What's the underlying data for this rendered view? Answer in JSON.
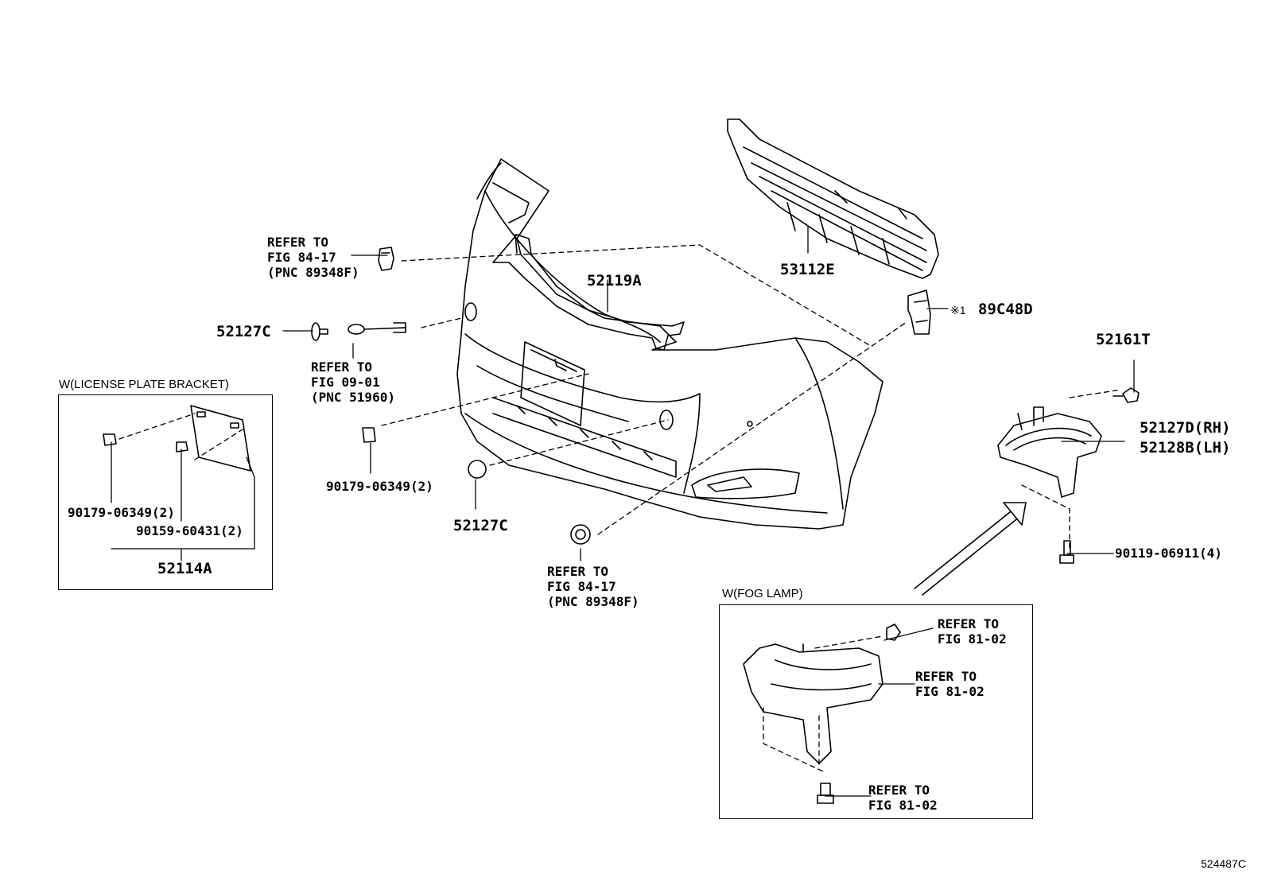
{
  "labels": {
    "ref_84_17_top": "REFER TO\nFIG 84-17\n(PNC 89348F)",
    "ref_09_01": "REFER TO\nFIG 09-01\n(PNC 51960)",
    "ref_84_17_bottom": "REFER TO\nFIG 84-17\n(PNC 89348F)",
    "p52127c_left": "52127C",
    "p52127c_bottom": "52127C",
    "p52119a": "52119A",
    "p53112e": "53112E",
    "p89c48d": "89C48D",
    "p89c48d_mark": "※1",
    "p52161t": "52161T",
    "p52127d": "52127D(RH)",
    "p52128b": "52128B(LH)",
    "p90119": "90119-06911(4)",
    "p90179_center": "90179-06349(2)",
    "illustration_code": "524487C"
  },
  "license_box": {
    "title": "W(LICENSE PLATE BRACKET)",
    "p90179": "90179-06349(2)",
    "p90159": "90159-60431(2)",
    "p52114a": "52114A"
  },
  "fog_box": {
    "title": "W(FOG LAMP)",
    "ref1": "REFER TO\nFIG 81-02",
    "ref2": "REFER TO\nFIG 81-02",
    "ref3": "REFER TO\nFIG 81-02"
  }
}
